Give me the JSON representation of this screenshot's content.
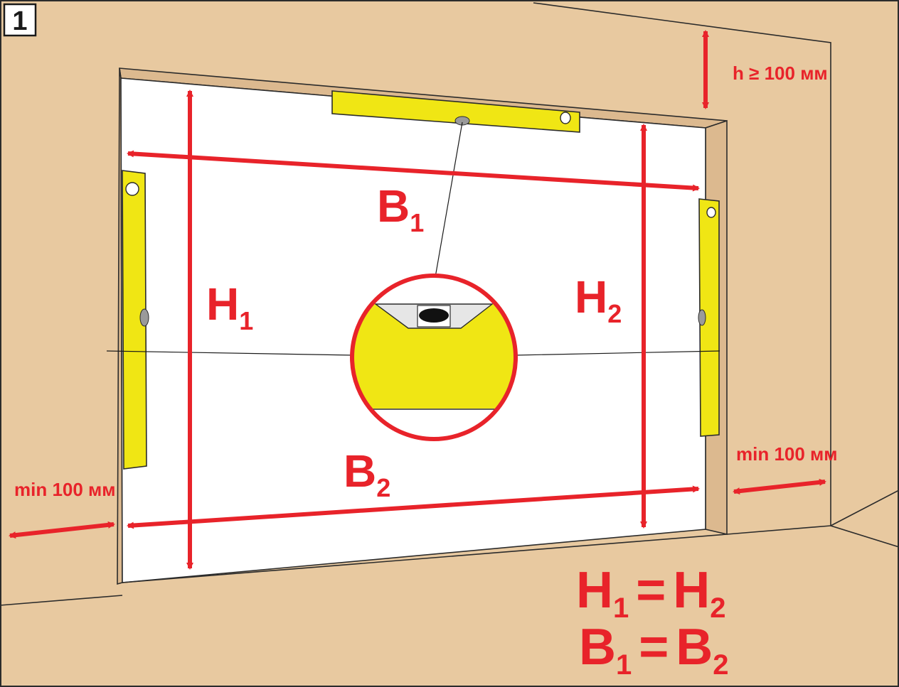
{
  "step_number": "1",
  "labels": {
    "clearance_top": "h ≥ 100 мм",
    "clearance_left": "min 100 мм",
    "clearance_right": "min 100 мм",
    "width_top": {
      "letter": "B",
      "sub": "1"
    },
    "width_bottom": {
      "letter": "B",
      "sub": "2"
    },
    "height_left": {
      "letter": "H",
      "sub": "1"
    },
    "height_right": {
      "letter": "H",
      "sub": "2"
    }
  },
  "equations": [
    {
      "l_letter": "H",
      "l_sub": "1",
      "eq": "=",
      "r_letter": "H",
      "r_sub": "2"
    },
    {
      "l_letter": "B",
      "l_sub": "1",
      "eq": "=",
      "r_letter": "B",
      "r_sub": "2"
    }
  ],
  "icons": [
    "spirit-level-top",
    "spirit-level-left",
    "spirit-level-right",
    "bubble-magnifier"
  ],
  "colors": {
    "wall": "#e8c9a0",
    "opening": "#ffffff",
    "level": "#f0e614",
    "arrow": "#e8232a",
    "line": "#2b2b2b"
  }
}
